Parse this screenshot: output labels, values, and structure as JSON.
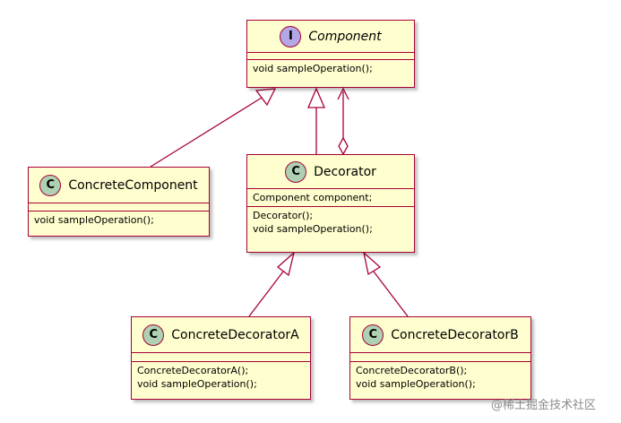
{
  "colors": {
    "fill": "#fefece",
    "border": "#a80036",
    "interface_badge": "#b4a7e5",
    "class_badge": "#add1b2"
  },
  "classes": {
    "component": {
      "stereotype": "I",
      "name": "Component",
      "fields": [],
      "methods": [
        "void sampleOperation();"
      ]
    },
    "concrete_component": {
      "stereotype": "C",
      "name": "ConcreteComponent",
      "fields": [],
      "methods": [
        "void sampleOperation();"
      ]
    },
    "decorator": {
      "stereotype": "C",
      "name": "Decorator",
      "fields": [
        "Component component;"
      ],
      "methods": [
        "Decorator();",
        "void sampleOperation();"
      ]
    },
    "concrete_decorator_a": {
      "stereotype": "C",
      "name": "ConcreteDecoratorA",
      "fields": [],
      "methods": [
        "ConcreteDecoratorA();",
        "void sampleOperation();"
      ]
    },
    "concrete_decorator_b": {
      "stereotype": "C",
      "name": "ConcreteDecoratorB",
      "fields": [],
      "methods": [
        "ConcreteDecoratorB();",
        "void sampleOperation();"
      ]
    }
  },
  "relations": [
    {
      "from": "concrete_component",
      "to": "component",
      "type": "realization"
    },
    {
      "from": "decorator",
      "to": "component",
      "type": "realization"
    },
    {
      "from": "decorator",
      "to": "component",
      "type": "aggregation"
    },
    {
      "from": "concrete_decorator_a",
      "to": "decorator",
      "type": "inheritance"
    },
    {
      "from": "concrete_decorator_b",
      "to": "decorator",
      "type": "inheritance"
    }
  ],
  "watermark": "@稀土掘金技术社区"
}
